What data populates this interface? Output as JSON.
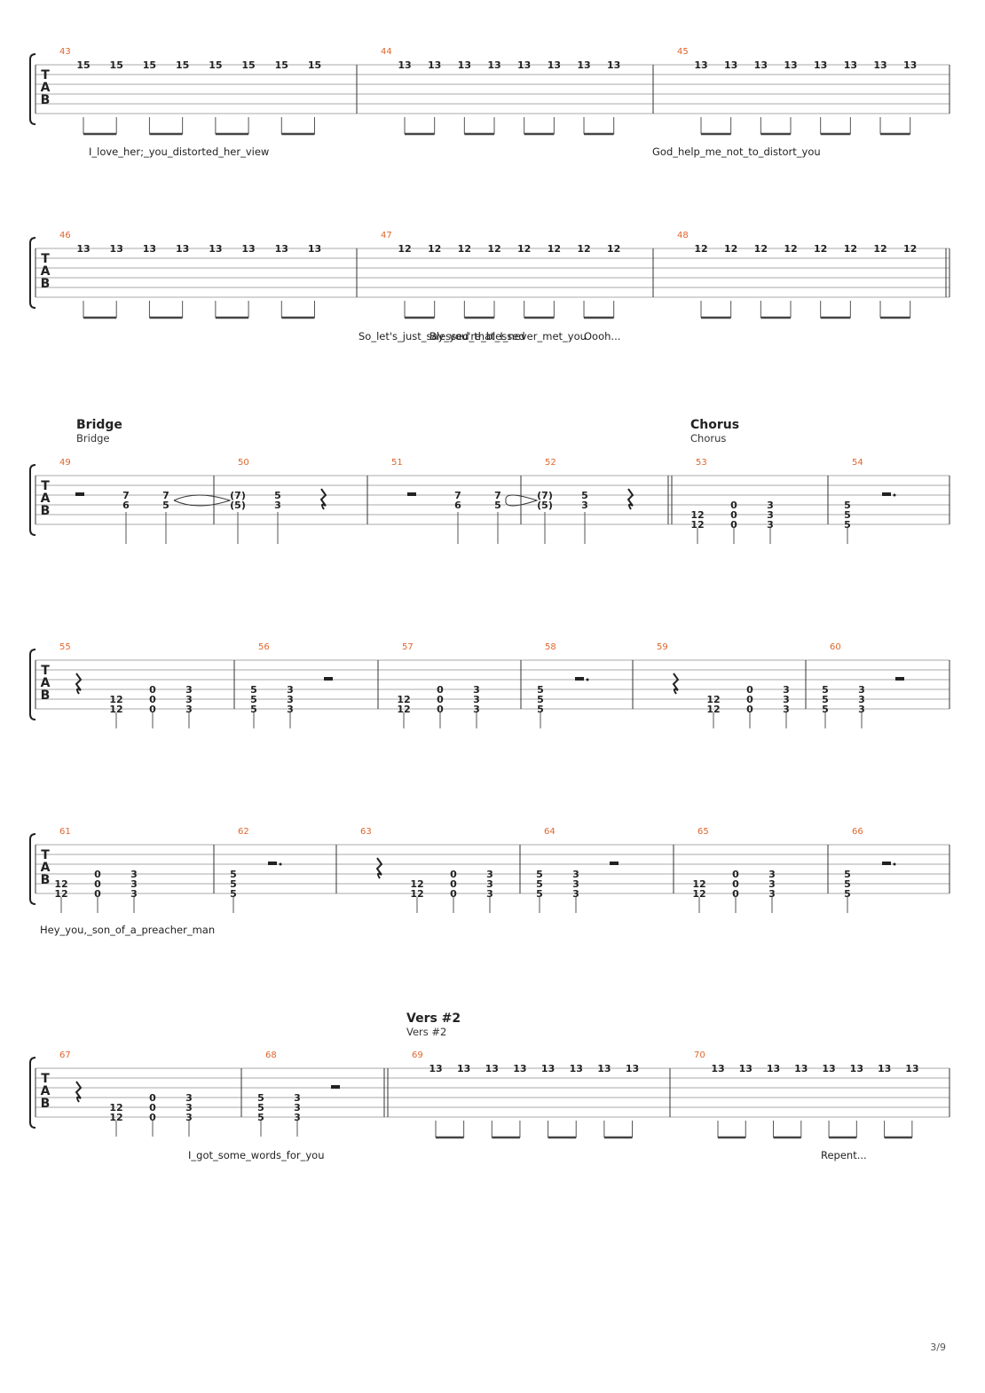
{
  "page": {
    "number": "3/9"
  },
  "systems": [
    {
      "bars": [
        {
          "number": "43",
          "kind": "eighths",
          "notes": [
            "15",
            "15",
            "15",
            "15",
            "15",
            "15",
            "15",
            "15"
          ]
        },
        {
          "number": "44",
          "kind": "eighths",
          "notes": [
            "13",
            "13",
            "13",
            "13",
            "13",
            "13",
            "13",
            "13"
          ]
        },
        {
          "number": "45",
          "kind": "eighths",
          "notes": [
            "13",
            "13",
            "13",
            "13",
            "13",
            "13",
            "13",
            "13"
          ]
        }
      ],
      "lyrics": [
        "I_love_her;_you_distorted_her_view",
        "God_help_me_not_to_distort_you"
      ]
    },
    {
      "bars": [
        {
          "number": "46",
          "kind": "eighths",
          "notes": [
            "13",
            "13",
            "13",
            "13",
            "13",
            "13",
            "13",
            "13"
          ]
        },
        {
          "number": "47",
          "kind": "eighths",
          "notes": [
            "12",
            "12",
            "12",
            "12",
            "12",
            "12",
            "12",
            "12"
          ]
        },
        {
          "number": "48",
          "kind": "eighths",
          "notes": [
            "12",
            "12",
            "12",
            "12",
            "12",
            "12",
            "12",
            "12"
          ]
        }
      ],
      "lyrics": [
        "So_let's_just_say_you're_blessed",
        "Blessed_that_I_never_met_you",
        "Oooh..."
      ]
    },
    {
      "section": {
        "left": {
          "title": "Bridge",
          "subtitle": "Bridge"
        },
        "right": {
          "title": "Chorus",
          "subtitle": "Chorus"
        }
      },
      "bars": [
        {
          "number": "49",
          "kind": "bridge-a",
          "notes": [
            [
              "7",
              "6"
            ],
            [
              "7",
              "5"
            ]
          ]
        },
        {
          "number": "50",
          "kind": "bridge-b",
          "notes": [
            [
              "(7)",
              "(5)"
            ],
            [
              "5",
              "3"
            ]
          ]
        },
        {
          "number": "51",
          "kind": "bridge-a",
          "notes": [
            [
              "7",
              "6"
            ],
            [
              "7",
              "5"
            ]
          ]
        },
        {
          "number": "52",
          "kind": "bridge-b",
          "notes": [
            [
              "(7)",
              "(5)"
            ],
            [
              "5",
              "3"
            ]
          ]
        },
        {
          "number": "53",
          "kind": "chorus-a",
          "notes": [
            [
              "12",
              "12"
            ],
            [
              "0",
              "0",
              "0"
            ],
            [
              "3",
              "3",
              "3"
            ]
          ]
        },
        {
          "number": "54",
          "kind": "chorus-b",
          "notes": [
            [
              "5",
              "5",
              "5"
            ]
          ]
        }
      ],
      "lyrics": []
    },
    {
      "bars": [
        {
          "number": "55",
          "kind": "chorus-a-rest",
          "notes": [
            [
              "12",
              "12"
            ],
            [
              "0",
              "0",
              "0"
            ],
            [
              "3",
              "3",
              "3"
            ]
          ]
        },
        {
          "number": "56",
          "kind": "chorus-c",
          "notes": [
            [
              "5",
              "5",
              "5"
            ],
            [
              "3",
              "3",
              "3"
            ]
          ]
        },
        {
          "number": "57",
          "kind": "chorus-a",
          "notes": [
            [
              "12",
              "12"
            ],
            [
              "0",
              "0",
              "0"
            ],
            [
              "3",
              "3",
              "3"
            ]
          ]
        },
        {
          "number": "58",
          "kind": "chorus-b",
          "notes": [
            [
              "5",
              "5",
              "5"
            ]
          ]
        },
        {
          "number": "59",
          "kind": "chorus-a-rest",
          "notes": [
            [
              "12",
              "12"
            ],
            [
              "0",
              "0",
              "0"
            ],
            [
              "3",
              "3",
              "3"
            ]
          ]
        },
        {
          "number": "60",
          "kind": "chorus-c",
          "notes": [
            [
              "5",
              "5",
              "5"
            ],
            [
              "3",
              "3",
              "3"
            ]
          ]
        }
      ],
      "lyrics": []
    },
    {
      "bars": [
        {
          "number": "61",
          "kind": "chorus-a",
          "notes": [
            [
              "12",
              "12"
            ],
            [
              "0",
              "0",
              "0"
            ],
            [
              "3",
              "3",
              "3"
            ]
          ]
        },
        {
          "number": "62",
          "kind": "chorus-b",
          "notes": [
            [
              "5",
              "5",
              "5"
            ]
          ]
        },
        {
          "number": "63",
          "kind": "chorus-a-rest",
          "notes": [
            [
              "12",
              "12"
            ],
            [
              "0",
              "0",
              "0"
            ],
            [
              "3",
              "3",
              "3"
            ]
          ]
        },
        {
          "number": "64",
          "kind": "chorus-c",
          "notes": [
            [
              "5",
              "5",
              "5"
            ],
            [
              "3",
              "3",
              "3"
            ]
          ]
        },
        {
          "number": "65",
          "kind": "chorus-a",
          "notes": [
            [
              "12",
              "12"
            ],
            [
              "0",
              "0",
              "0"
            ],
            [
              "3",
              "3",
              "3"
            ]
          ]
        },
        {
          "number": "66",
          "kind": "chorus-b",
          "notes": [
            [
              "5",
              "5",
              "5"
            ]
          ]
        }
      ],
      "lyrics": [
        "Hey_you,_son_of_a_preacher_man"
      ]
    },
    {
      "section": {
        "left": {
          "title": "Vers #2",
          "subtitle": "Vers #2"
        }
      },
      "bars": [
        {
          "number": "67",
          "kind": "chorus-a-rest",
          "notes": [
            [
              "12",
              "12"
            ],
            [
              "0",
              "0",
              "0"
            ],
            [
              "3",
              "3",
              "3"
            ]
          ]
        },
        {
          "number": "68",
          "kind": "chorus-c",
          "notes": [
            [
              "5",
              "5",
              "5"
            ],
            [
              "3",
              "3",
              "3"
            ]
          ]
        },
        {
          "number": "69",
          "kind": "eighths",
          "notes": [
            "13",
            "13",
            "13",
            "13",
            "13",
            "13",
            "13",
            "13"
          ]
        },
        {
          "number": "70",
          "kind": "eighths",
          "notes": [
            "13",
            "13",
            "13",
            "13",
            "13",
            "13",
            "13",
            "13"
          ]
        }
      ],
      "lyrics": [
        "I_got_some_words_for_you",
        "Repent..."
      ]
    }
  ]
}
